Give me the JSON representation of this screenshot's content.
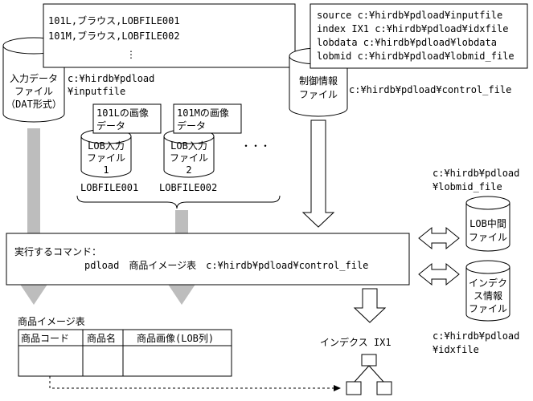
{
  "input_data": {
    "sample_lines": [
      "101L,ブラウス,LOBFILE001",
      "101M,ブラウス,LOBFILE002"
    ],
    "more": "⋮",
    "label_lines": [
      "入力データ",
      "ファイル",
      "（DAT形式）"
    ],
    "path_lines": [
      "c:¥hirdb¥pdload",
      "¥inputfile"
    ]
  },
  "control": {
    "statements": [
      "source c:¥hirdb¥pdload¥inputfile",
      "index IX1 c:¥hirdb¥pdload¥idxfile",
      "lobdata c:¥hirdb¥pdload¥lobdata",
      "lobmid c:¥hirdb¥pdload¥lobmid_file"
    ],
    "label_lines": [
      "制御情報",
      "ファイル"
    ],
    "path": "c:¥hirdb¥pdload¥control_file"
  },
  "lob_files": [
    {
      "note_lines": [
        "101Lの画像",
        "データ"
      ],
      "label_lines": [
        "LOB入力",
        "ファイル",
        "1"
      ],
      "name": "LOBFILE001"
    },
    {
      "note_lines": [
        "101Mの画像",
        "データ"
      ],
      "label_lines": [
        "LOB入力",
        "ファイル",
        "2"
      ],
      "name": "LOBFILE002"
    }
  ],
  "lob_ellipsis": "・・・",
  "command": {
    "heading": "実行するコマンド：",
    "line": "pdload　商品イメージ表　c:¥hirdb¥pdload¥control_file"
  },
  "lob_mid": {
    "path_lines": [
      "c:¥hirdb¥pdload",
      "¥lobmid_file"
    ],
    "label_lines": [
      "LOB中間",
      "ファイル"
    ]
  },
  "index_info": {
    "label_lines": [
      "インデク",
      "ス情報",
      "ファイル"
    ],
    "path_lines": [
      "c:¥hirdb¥pdload",
      "¥idxfile"
    ]
  },
  "table": {
    "title": "商品イメージ表",
    "columns": [
      "商品コード",
      "商品名",
      "商品画像(LOB列)"
    ]
  },
  "index": {
    "label": "インデクス IX1"
  }
}
